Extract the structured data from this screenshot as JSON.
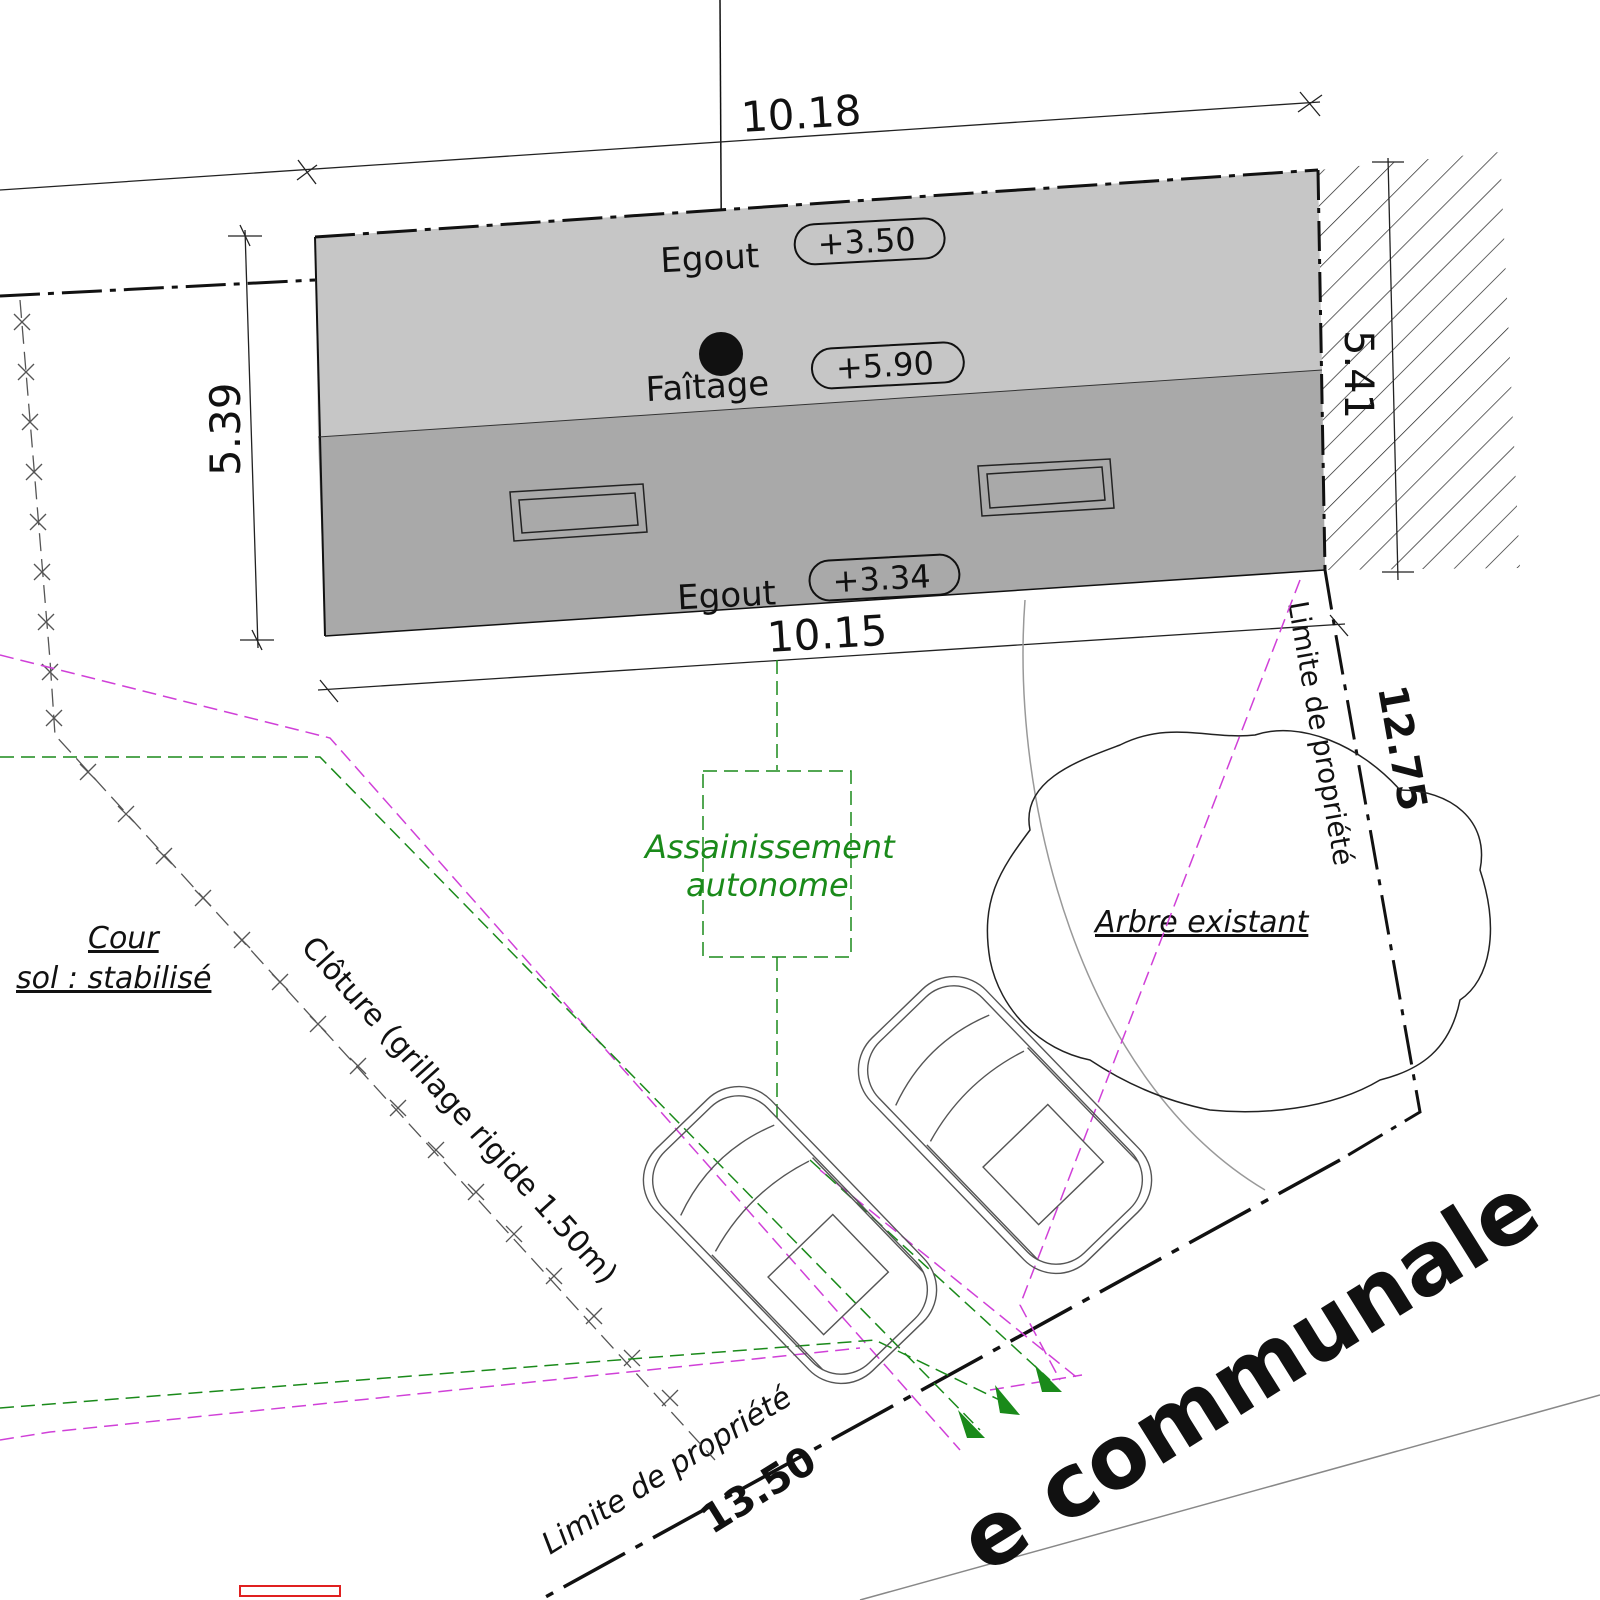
{
  "dimensions": {
    "top_width": "10.18",
    "bottom_width": "10.15",
    "left_depth": "5.39",
    "right_depth": "5.41",
    "east_boundary": "12.75",
    "south_boundary": "13.50"
  },
  "roof_levels": [
    {
      "label": "Egout",
      "value": "+3.50"
    },
    {
      "label": "Faîtage",
      "value": "+5.90"
    },
    {
      "label": "Egout",
      "value": "+3.34"
    }
  ],
  "labels": {
    "sanitation_line1": "Assainissement",
    "sanitation_line2": "autonome",
    "tree": "Arbre existant",
    "yard_line1": "Cour",
    "yard_line2": "sol : stabilisé",
    "fence": "Clôture (grillage rigide 1.50m)",
    "property_limit_east": "Limite de propriété",
    "property_limit_south": "Limite de propriété",
    "road": "e communale"
  },
  "colors": {
    "roof_upper": "#c6c6c6",
    "roof_lower": "#a9a9a9",
    "sanitation_green": "#1a8a1a",
    "network_magenta": "#d040d8"
  }
}
